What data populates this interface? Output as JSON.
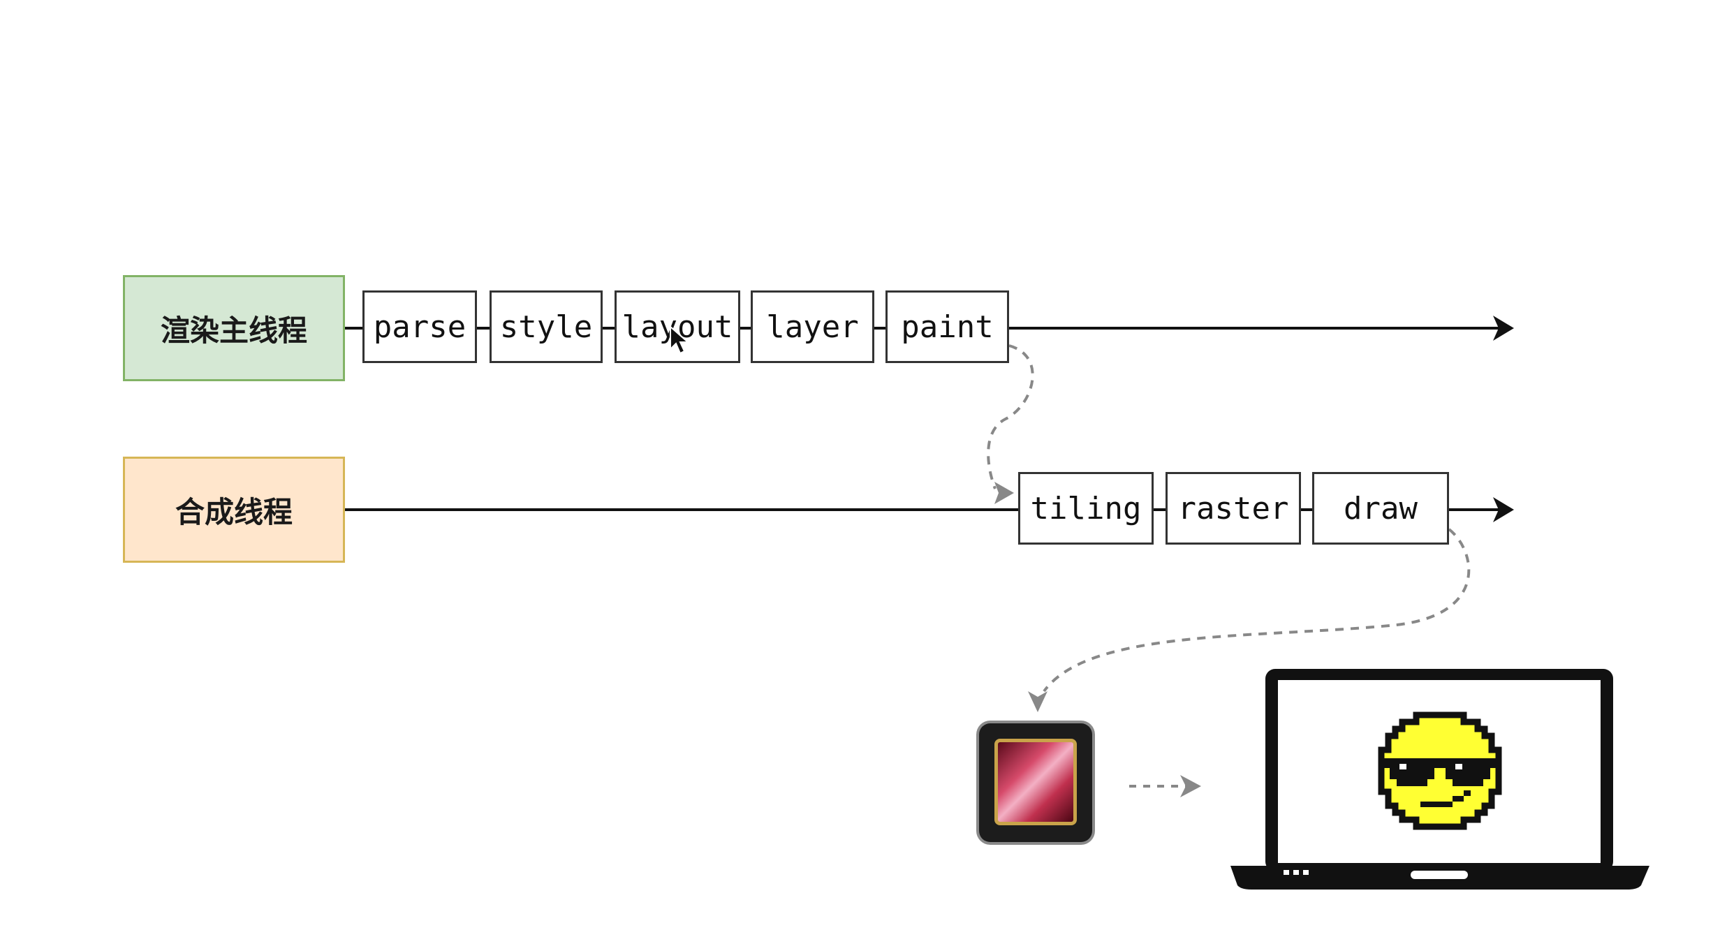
{
  "threads": {
    "main": {
      "label": "渲染主线程",
      "fill": "#d5e8d4",
      "border": "#82b366"
    },
    "compositor": {
      "label": "合成线程",
      "fill": "#ffe6cc",
      "border": "#d6b656"
    }
  },
  "main_stages": [
    "parse",
    "style",
    "layout",
    "layer",
    "paint"
  ],
  "compositor_stages": [
    "tiling",
    "raster",
    "draw"
  ],
  "icons": {
    "gpu": "gpu-chip-icon",
    "screen": "laptop-icon",
    "face": "sunglasses-smiley-icon",
    "cursor": "mouse-cursor-icon"
  },
  "colors": {
    "line": "#111111",
    "dashed": "#777777",
    "face": "#ffff33",
    "laptop": "#111111"
  }
}
